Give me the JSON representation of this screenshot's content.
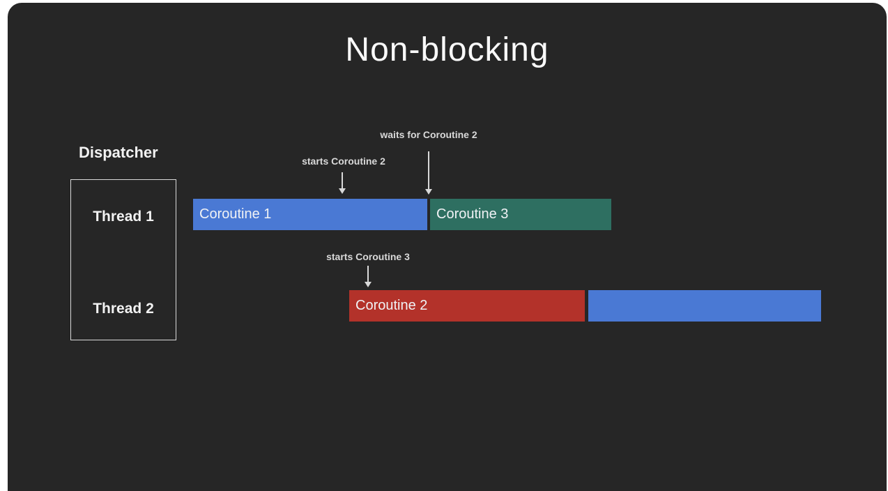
{
  "slide": {
    "title": "Non-blocking"
  },
  "dispatcher": {
    "label": "Dispatcher",
    "threads": [
      {
        "label": "Thread 1"
      },
      {
        "label": "Thread 2"
      }
    ]
  },
  "annotations": [
    {
      "id": "starts-coroutine-2",
      "text": "starts Coroutine 2"
    },
    {
      "id": "waits-for-coroutine-2",
      "text": "waits for Coroutine 2"
    },
    {
      "id": "starts-coroutine-3",
      "text": "starts Coroutine 3"
    }
  ],
  "timeline": {
    "thread1_bars": [
      {
        "label": "Coroutine 1",
        "color": "#4a79d4"
      },
      {
        "label": "Coroutine 3",
        "color": "#2e6f61"
      }
    ],
    "thread2_bars": [
      {
        "label": "Coroutine 2",
        "color": "#b3322a"
      },
      {
        "label": "",
        "color": "#4a79d4"
      }
    ]
  },
  "colors": {
    "slide_background": "#262626",
    "frame_background": "#ffffff",
    "coroutine_blue": "#4a79d4",
    "coroutine_teal": "#2e6f61",
    "coroutine_red": "#b3322a",
    "text": "#f2f2f2",
    "annotation_text": "#d9d9d9",
    "thread_box_border": "#d9d9d9"
  }
}
